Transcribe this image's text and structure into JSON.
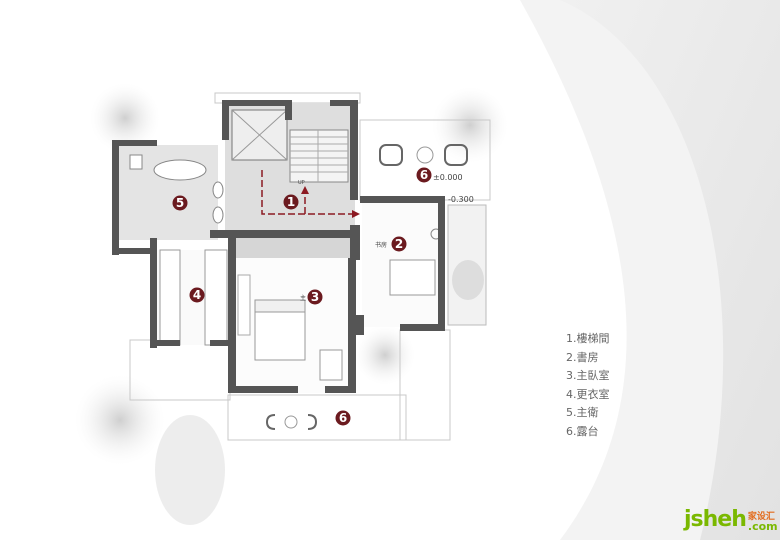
{
  "plan": {
    "rooms": [
      {
        "num": "1",
        "label": "樓梯間"
      },
      {
        "num": "2",
        "label": "書房"
      },
      {
        "num": "3",
        "label": "主臥室"
      },
      {
        "num": "4",
        "label": "更衣室"
      },
      {
        "num": "5",
        "label": "主衛"
      },
      {
        "num": "6",
        "label": "露台"
      }
    ],
    "annotations": {
      "level_terrace": "±0.000",
      "level_planter": "-0.300",
      "study_tag": "书房",
      "master_tag": "主",
      "stair_up": "UP"
    },
    "marker_color": "#6b1a1f"
  },
  "legend": [
    "1.樓梯間",
    "2.書房",
    "3.主臥室",
    "4.更衣室",
    "5.主衛",
    "6.露台"
  ],
  "logo": {
    "main": "jsheh",
    "cn": "家设汇",
    "suffix": ".com"
  }
}
